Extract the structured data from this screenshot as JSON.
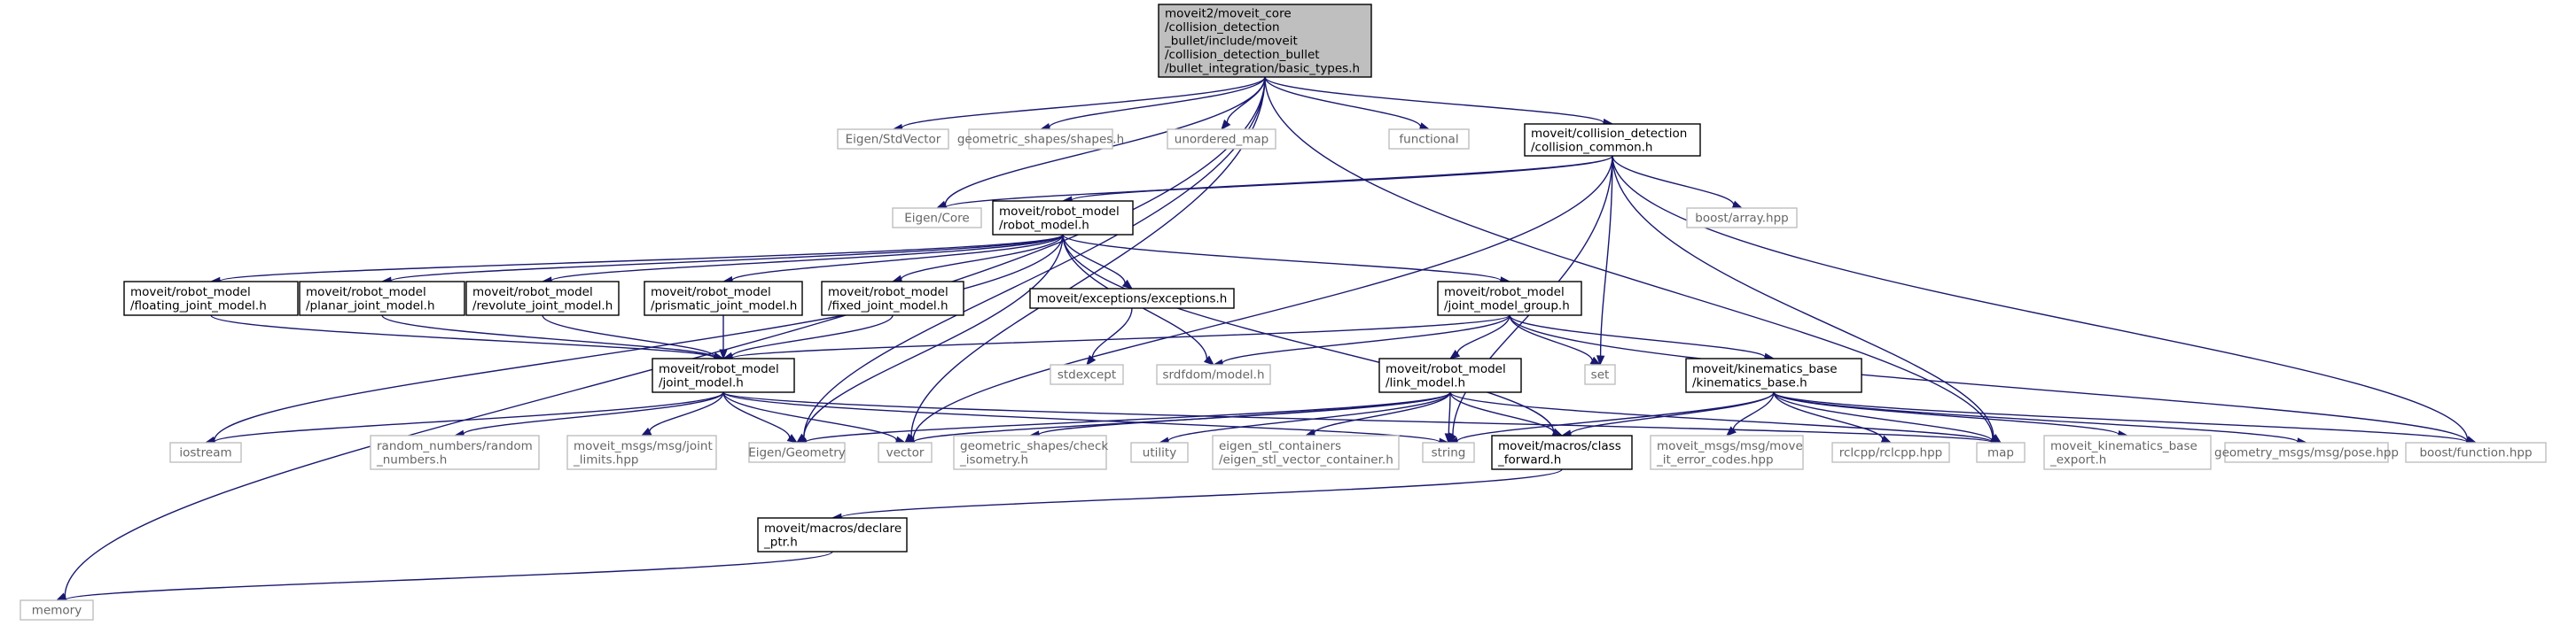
{
  "diagram": {
    "type": "include-dependency-graph",
    "nodes": [
      {
        "id": "root",
        "label": [
          "moveit2/moveit_core",
          "/collision_detection",
          "_bullet/include/moveit",
          "/collision_detection_bullet",
          "/bullet_integration/basic_types.h"
        ],
        "kind": "root"
      },
      {
        "id": "eigen_stdvector",
        "label": [
          "Eigen/StdVector"
        ],
        "kind": "system"
      },
      {
        "id": "geom_shapes",
        "label": [
          "geometric_shapes/shapes.h"
        ],
        "kind": "system"
      },
      {
        "id": "unordered_map",
        "label": [
          "unordered_map"
        ],
        "kind": "system"
      },
      {
        "id": "functional",
        "label": [
          "functional"
        ],
        "kind": "system"
      },
      {
        "id": "collision_common",
        "label": [
          "moveit/collision_detection",
          "/collision_common.h"
        ],
        "kind": "project"
      },
      {
        "id": "eigen_core",
        "label": [
          "Eigen/Core"
        ],
        "kind": "system"
      },
      {
        "id": "robot_model",
        "label": [
          "moveit/robot_model",
          "/robot_model.h"
        ],
        "kind": "project"
      },
      {
        "id": "boost_array",
        "label": [
          "boost/array.hpp"
        ],
        "kind": "system"
      },
      {
        "id": "floating_joint",
        "label": [
          "moveit/robot_model",
          "/floating_joint_model.h"
        ],
        "kind": "project"
      },
      {
        "id": "planar_joint",
        "label": [
          "moveit/robot_model",
          "/planar_joint_model.h"
        ],
        "kind": "project"
      },
      {
        "id": "revolute_joint",
        "label": [
          "moveit/robot_model",
          "/revolute_joint_model.h"
        ],
        "kind": "project"
      },
      {
        "id": "prismatic_joint",
        "label": [
          "moveit/robot_model",
          "/prismatic_joint_model.h"
        ],
        "kind": "project"
      },
      {
        "id": "fixed_joint",
        "label": [
          "moveit/robot_model",
          "/fixed_joint_model.h"
        ],
        "kind": "project"
      },
      {
        "id": "exceptions",
        "label": [
          "moveit/exceptions/exceptions.h"
        ],
        "kind": "project"
      },
      {
        "id": "joint_model_group",
        "label": [
          "moveit/robot_model",
          "/joint_model_group.h"
        ],
        "kind": "project"
      },
      {
        "id": "stdexcept",
        "label": [
          "stdexcept"
        ],
        "kind": "system"
      },
      {
        "id": "srdfdom",
        "label": [
          "srdfdom/model.h"
        ],
        "kind": "system"
      },
      {
        "id": "set",
        "label": [
          "set"
        ],
        "kind": "system"
      },
      {
        "id": "kinematics_base",
        "label": [
          "moveit/kinematics_base",
          "/kinematics_base.h"
        ],
        "kind": "project"
      },
      {
        "id": "joint_model",
        "label": [
          "moveit/robot_model",
          "/joint_model.h"
        ],
        "kind": "project"
      },
      {
        "id": "link_model",
        "label": [
          "moveit/robot_model",
          "/link_model.h"
        ],
        "kind": "project"
      },
      {
        "id": "iostream",
        "label": [
          "iostream"
        ],
        "kind": "system"
      },
      {
        "id": "random_numbers",
        "label": [
          "random_numbers/random",
          "_numbers.h"
        ],
        "kind": "system"
      },
      {
        "id": "joint_limits",
        "label": [
          "moveit_msgs/msg/joint",
          "_limits.hpp"
        ],
        "kind": "system"
      },
      {
        "id": "eigen_geometry",
        "label": [
          "Eigen/Geometry"
        ],
        "kind": "system"
      },
      {
        "id": "vector",
        "label": [
          "vector"
        ],
        "kind": "system"
      },
      {
        "id": "check_isometry",
        "label": [
          "geometric_shapes/check",
          "_isometry.h"
        ],
        "kind": "system"
      },
      {
        "id": "utility",
        "label": [
          "utility"
        ],
        "kind": "system"
      },
      {
        "id": "eigen_stl",
        "label": [
          "eigen_stl_containers",
          "/eigen_stl_vector_container.h"
        ],
        "kind": "system"
      },
      {
        "id": "string",
        "label": [
          "string"
        ],
        "kind": "system"
      },
      {
        "id": "class_forward",
        "label": [
          "moveit/macros/class",
          "_forward.h"
        ],
        "kind": "project"
      },
      {
        "id": "move_it_error_codes",
        "label": [
          "moveit_msgs/msg/move",
          "_it_error_codes.hpp"
        ],
        "kind": "system"
      },
      {
        "id": "rclcpp",
        "label": [
          "rclcpp/rclcpp.hpp"
        ],
        "kind": "system"
      },
      {
        "id": "map",
        "label": [
          "map"
        ],
        "kind": "system"
      },
      {
        "id": "kinematics_export",
        "label": [
          "moveit_kinematics_base",
          "_export.h"
        ],
        "kind": "system"
      },
      {
        "id": "pose",
        "label": [
          "geometry_msgs/msg/pose.hpp"
        ],
        "kind": "system"
      },
      {
        "id": "boost_function",
        "label": [
          "boost/function.hpp"
        ],
        "kind": "system"
      },
      {
        "id": "declare_ptr",
        "label": [
          "moveit/macros/declare",
          "_ptr.h"
        ],
        "kind": "project"
      },
      {
        "id": "memory",
        "label": [
          "memory"
        ],
        "kind": "system"
      }
    ],
    "edges": [
      [
        "root",
        "eigen_stdvector"
      ],
      [
        "root",
        "geom_shapes"
      ],
      [
        "root",
        "unordered_map"
      ],
      [
        "root",
        "functional"
      ],
      [
        "root",
        "collision_common"
      ],
      [
        "root",
        "eigen_core"
      ],
      [
        "root",
        "map"
      ],
      [
        "root",
        "memory"
      ],
      [
        "root",
        "vector"
      ],
      [
        "root",
        "eigen_geometry"
      ],
      [
        "collision_common",
        "eigen_core"
      ],
      [
        "collision_common",
        "robot_model"
      ],
      [
        "collision_common",
        "boost_array"
      ],
      [
        "collision_common",
        "set"
      ],
      [
        "collision_common",
        "string"
      ],
      [
        "collision_common",
        "map"
      ],
      [
        "collision_common",
        "boost_function"
      ],
      [
        "collision_common",
        "vector"
      ],
      [
        "robot_model",
        "floating_joint"
      ],
      [
        "robot_model",
        "planar_joint"
      ],
      [
        "robot_model",
        "revolute_joint"
      ],
      [
        "robot_model",
        "prismatic_joint"
      ],
      [
        "robot_model",
        "fixed_joint"
      ],
      [
        "robot_model",
        "exceptions"
      ],
      [
        "robot_model",
        "joint_model_group"
      ],
      [
        "robot_model",
        "srdfdom"
      ],
      [
        "robot_model",
        "class_forward"
      ],
      [
        "robot_model",
        "eigen_geometry"
      ],
      [
        "robot_model",
        "iostream"
      ],
      [
        "floating_joint",
        "joint_model"
      ],
      [
        "planar_joint",
        "joint_model"
      ],
      [
        "revolute_joint",
        "joint_model"
      ],
      [
        "prismatic_joint",
        "joint_model"
      ],
      [
        "fixed_joint",
        "joint_model"
      ],
      [
        "exceptions",
        "stdexcept"
      ],
      [
        "joint_model_group",
        "joint_model"
      ],
      [
        "joint_model_group",
        "srdfdom"
      ],
      [
        "joint_model_group",
        "set"
      ],
      [
        "joint_model_group",
        "link_model"
      ],
      [
        "joint_model_group",
        "kinematics_base"
      ],
      [
        "joint_model_group",
        "boost_function"
      ],
      [
        "joint_model",
        "iostream"
      ],
      [
        "joint_model",
        "random_numbers"
      ],
      [
        "joint_model",
        "joint_limits"
      ],
      [
        "joint_model",
        "eigen_geometry"
      ],
      [
        "joint_model",
        "vector"
      ],
      [
        "joint_model",
        "string"
      ],
      [
        "joint_model",
        "map"
      ],
      [
        "link_model",
        "eigen_geometry"
      ],
      [
        "link_model",
        "vector"
      ],
      [
        "link_model",
        "check_isometry"
      ],
      [
        "link_model",
        "utility"
      ],
      [
        "link_model",
        "eigen_stl"
      ],
      [
        "link_model",
        "string"
      ],
      [
        "link_model",
        "class_forward"
      ],
      [
        "link_model",
        "map"
      ],
      [
        "kinematics_base",
        "string"
      ],
      [
        "kinematics_base",
        "class_forward"
      ],
      [
        "kinematics_base",
        "move_it_error_codes"
      ],
      [
        "kinematics_base",
        "rclcpp"
      ],
      [
        "kinematics_base",
        "map"
      ],
      [
        "kinematics_base",
        "kinematics_export"
      ],
      [
        "kinematics_base",
        "pose"
      ],
      [
        "kinematics_base",
        "boost_function"
      ],
      [
        "class_forward",
        "declare_ptr"
      ],
      [
        "declare_ptr",
        "memory"
      ]
    ]
  }
}
